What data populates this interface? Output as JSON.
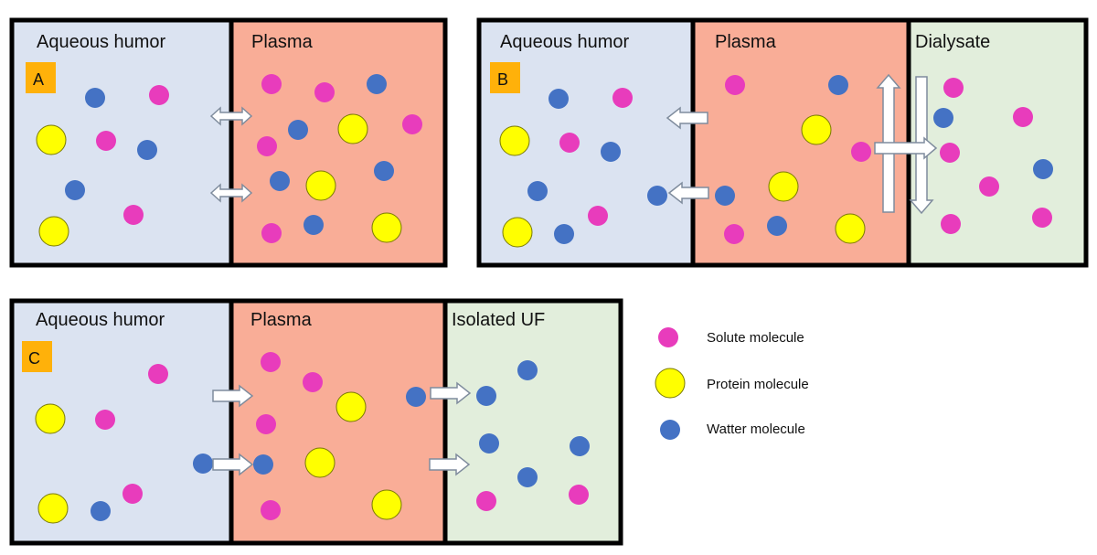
{
  "colors": {
    "aqueous": "#dbe3f1",
    "plasma": "#f9ad97",
    "dialysate": "#e2eedc",
    "solute": "#e83cbc",
    "protein": "#ffff00",
    "water": "#4472c4",
    "tag": "#ffb10a",
    "border": "#000000",
    "arrow_fill": "#ffffff",
    "arrow_stroke": "#7f8c9d"
  },
  "panels": {
    "a": {
      "tag": "A",
      "aqueous_label": "Aqueous humor",
      "plasma_label": "Plasma"
    },
    "b": {
      "tag": "B",
      "aqueous_label": "Aqueous humor",
      "plasma_label": "Plasma",
      "third_label": "Dialysate"
    },
    "c": {
      "tag": "C",
      "aqueous_label": "Aqueous humor",
      "plasma_label": "Plasma",
      "third_label": "Isolated UF"
    }
  },
  "legend": {
    "solute": "Solute molecule",
    "protein": "Protein molecule",
    "water": "Watter molecule"
  }
}
